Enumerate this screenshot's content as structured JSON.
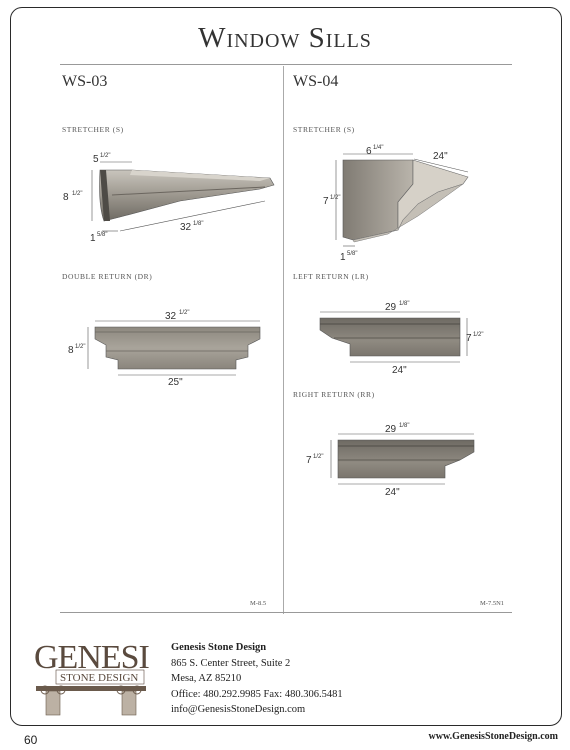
{
  "page": {
    "title": "Window Sills",
    "page_number": "60",
    "website": "www.GenesisStoneDesign.com"
  },
  "left": {
    "model": "WS-03",
    "stretcher": {
      "label": "STRETCHER (S)",
      "dims": {
        "top": "5",
        "top_frac": "1/2\"",
        "height": "8",
        "height_frac": "1/2\"",
        "bottom": "1",
        "bottom_frac": "5/8\"",
        "length": "32",
        "length_frac": "1/8\""
      }
    },
    "double_return": {
      "label": "DOUBLE RETURN (DR)",
      "dims": {
        "top": "32",
        "top_frac": "1/2\"",
        "height": "8",
        "height_frac": "1/2\"",
        "bottom": "25\""
      }
    },
    "ref": "M-8.5"
  },
  "right": {
    "model": "WS-04",
    "stretcher": {
      "label": "STRETCHER (S)",
      "dims": {
        "depth": "6",
        "depth_frac": "1/4\"",
        "width": "24\"",
        "height": "7",
        "height_frac": "1/2\"",
        "bottom": "1",
        "bottom_frac": "5/8\""
      }
    },
    "left_return": {
      "label": "LEFT RETURN (LR)",
      "dims": {
        "top": "29",
        "top_frac": "1/8\"",
        "height": "7",
        "height_frac": "1/2\"",
        "bottom": "24\""
      }
    },
    "right_return": {
      "label": "RIGHT RETURN (RR)",
      "dims": {
        "top": "29",
        "top_frac": "1/8\"",
        "height": "7",
        "height_frac": "1/2\"",
        "bottom": "24\""
      }
    },
    "ref": "M-7.5N1"
  },
  "footer": {
    "logo_big": "GENESIS",
    "logo_small": "STONE DESIGN",
    "company": "Genesis Stone Design",
    "street": "865 S. Center Street, Suite 2",
    "city": "Mesa, AZ 85210",
    "phones": "Office: 480.292.9985  Fax: 480.306.5481",
    "email": "info@GenesisStoneDesign.com"
  }
}
